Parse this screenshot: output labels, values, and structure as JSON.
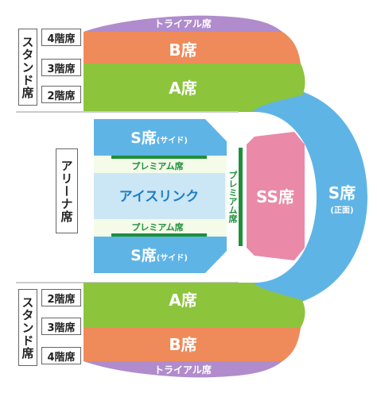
{
  "colors": {
    "trial": "#b08ccc",
    "b_seat": "#ef8a5a",
    "a_seat": "#8cc43c",
    "s_seat": "#5fb4e6",
    "ss_seat": "#ea89a8",
    "premium": "#1f8f3a",
    "premium_bg": "#f4fbe9",
    "rink": "#cbe6f5",
    "rink_text": "#1e7fc6",
    "label_border": "#666666"
  },
  "labels": {
    "stand_top": "スタンド席",
    "stand_bottom": "スタンド席",
    "arena": "アリーナ席",
    "floor4_top": "4階席",
    "floor3_top": "3階席",
    "floor2_top": "2階席",
    "floor2_bottom": "2階席",
    "floor3_bottom": "3階席",
    "floor4_bottom": "4階席"
  },
  "seats": {
    "trial_top": "トライアル席",
    "trial_bottom": "トライアル席",
    "b_top": "B席",
    "b_bottom": "B席",
    "a_top": "A席",
    "a_bottom": "A席",
    "s_side_top": "S席",
    "s_side_top_sub": "(サイド)",
    "s_side_bottom": "S席",
    "s_side_bottom_sub": "(サイド)",
    "s_front": "S席",
    "s_front_sub": "(正面)",
    "ss": "SS席",
    "premium_top": "プレミアム席",
    "premium_bottom": "プレミアム席",
    "premium_vertical": "プレミアム席",
    "rink": "アイスリンク"
  }
}
